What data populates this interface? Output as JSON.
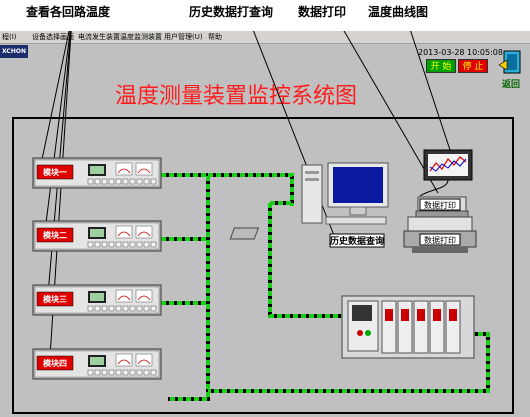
{
  "annotations": {
    "loop_temp": "查看各回路温度",
    "history_print": "历史数据打查询",
    "data_print": "数据打印",
    "temp_curve": "温度曲线图"
  },
  "menu": [
    "程(I)",
    "设备选择画面",
    "电流发生装置",
    "温度监测装置",
    "用户管理(U)",
    "帮助"
  ],
  "logo_text": "XCHON",
  "datetime": "2013-03-28  10:05:08",
  "buttons": {
    "start": "开 始",
    "stop": "停 止",
    "return": "返回"
  },
  "title": "温度测量装置监控系统图",
  "modules": [
    {
      "label": "模块一"
    },
    {
      "label": "模块二"
    },
    {
      "label": "模块三"
    },
    {
      "label": "模块四"
    }
  ],
  "labels": {
    "data_print": "数据打印",
    "history_query": "历史数据查询"
  },
  "colors": {
    "title": "#ff1c1c",
    "module_label_bg": "#e00000",
    "cable_green": "#18d018",
    "start_btn": "#00a000",
    "stop_btn": "#e00000"
  }
}
